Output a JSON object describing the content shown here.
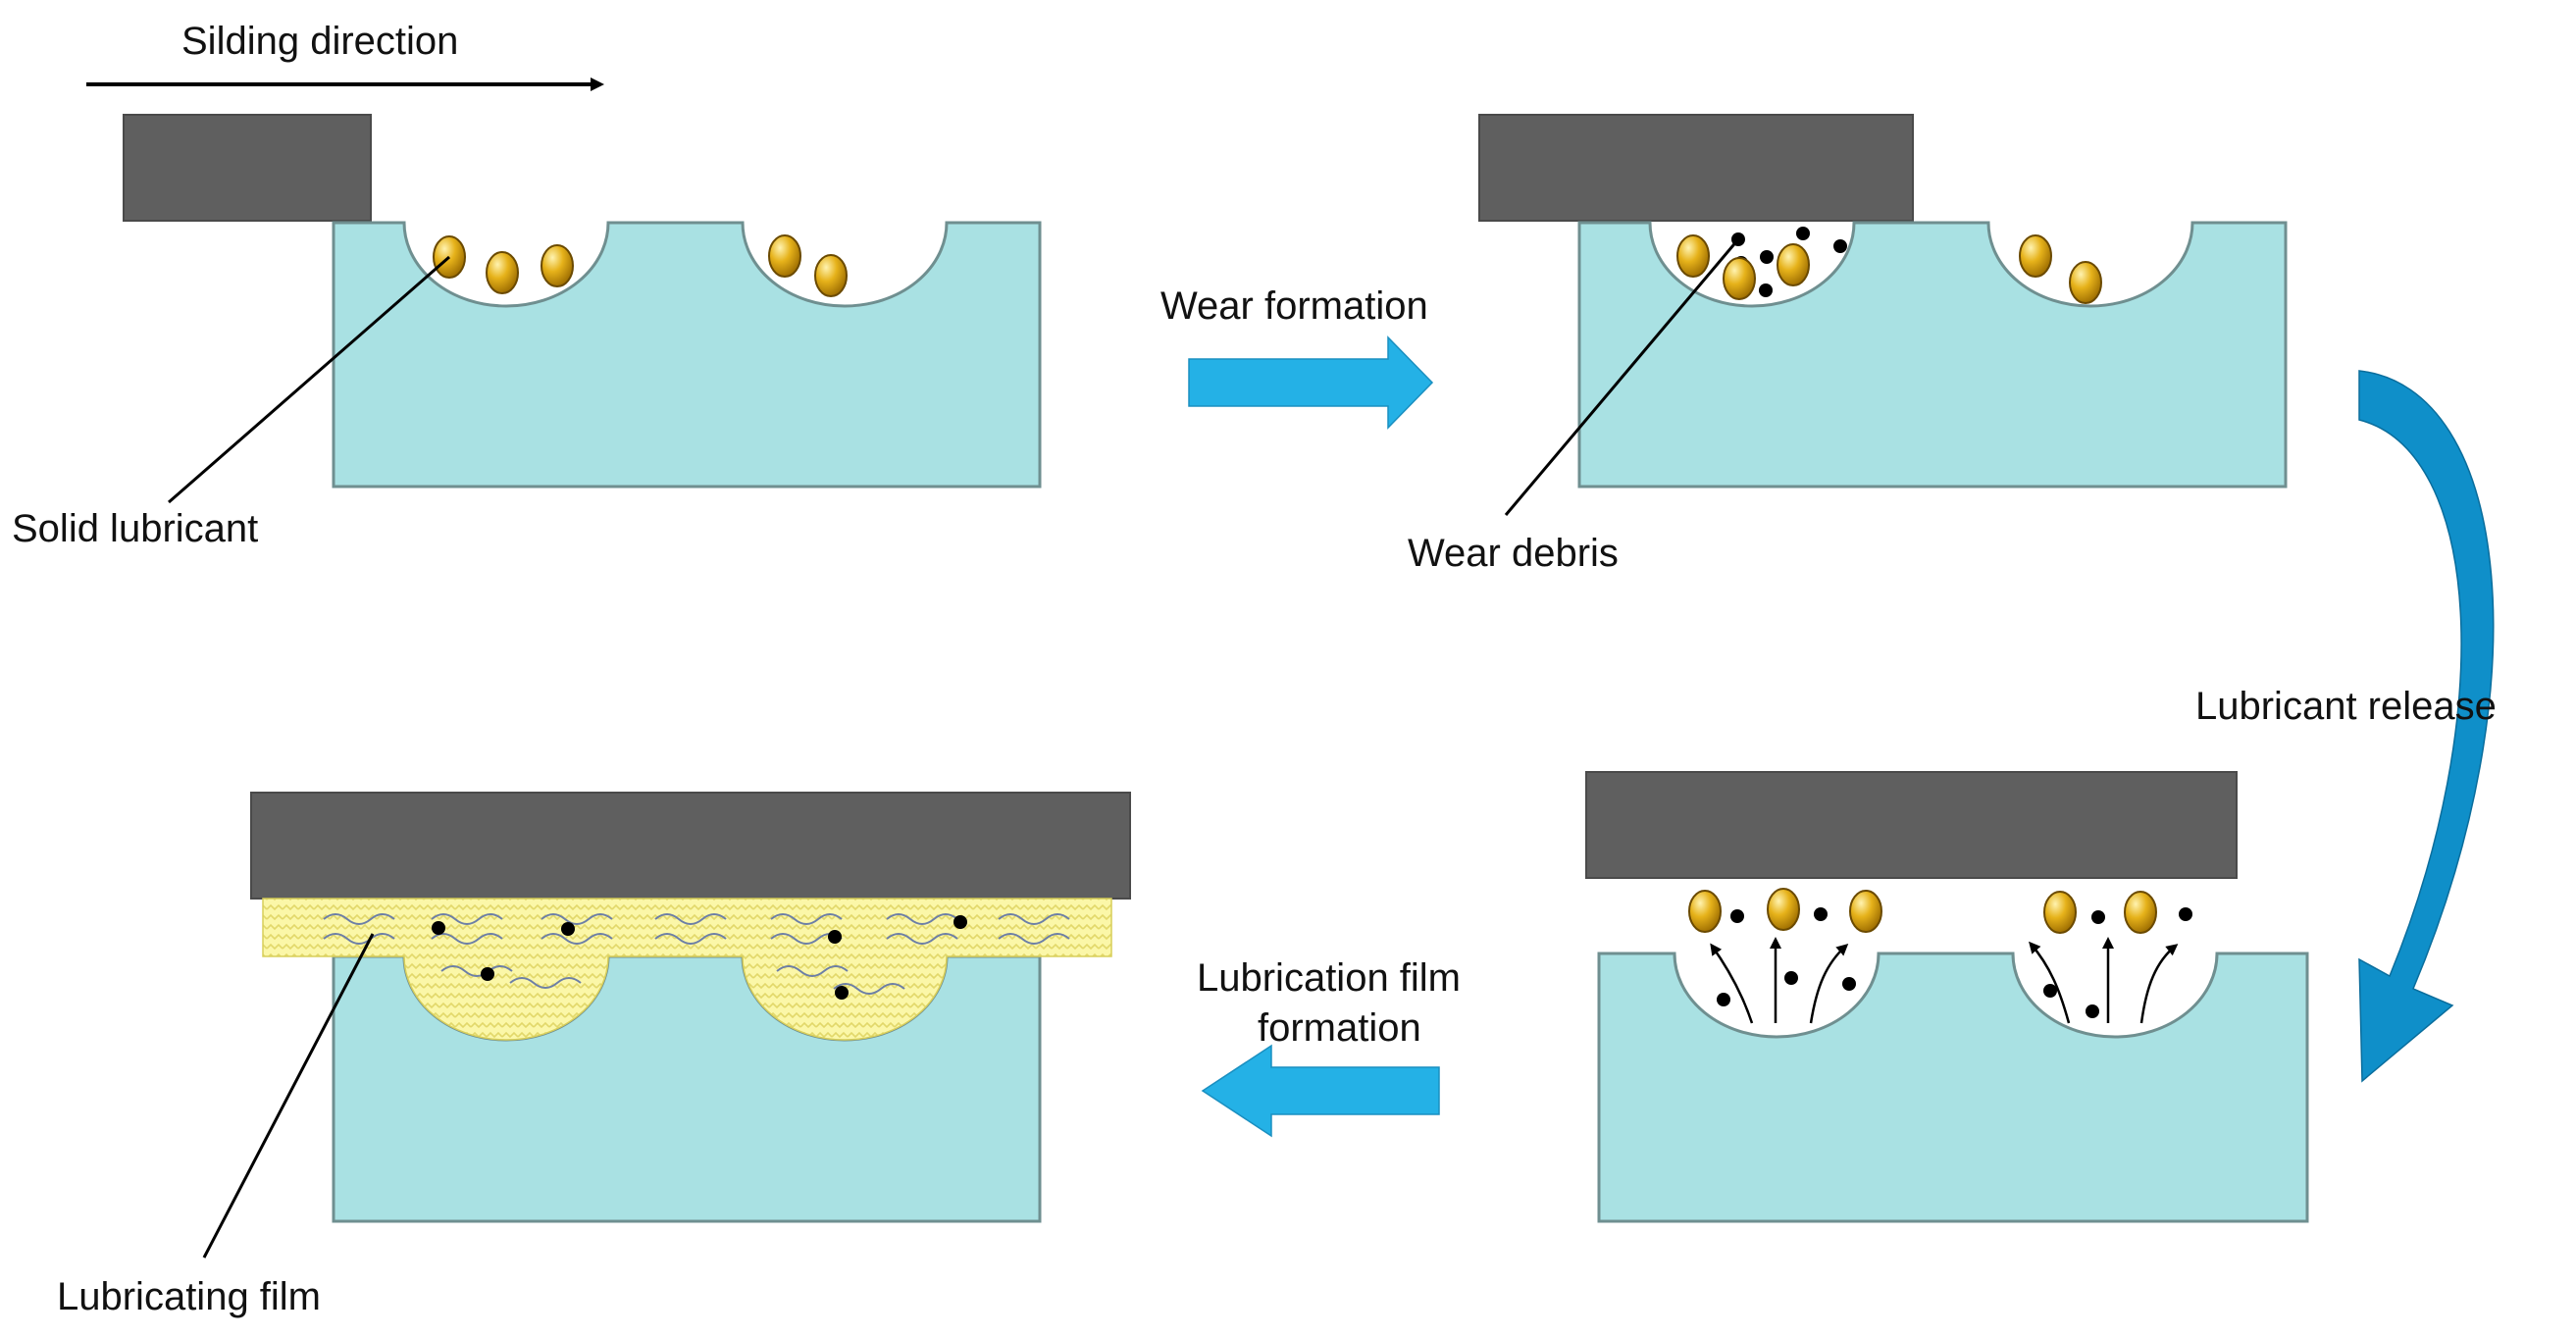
{
  "colors": {
    "substrate": "#a9e1e3",
    "substrate_stroke": "#6f8f90",
    "counterface": "#5f5f5f",
    "lubricant_particle": "#d49b00",
    "debris": "#000000",
    "arrow_blue": "#24b1e6",
    "curved_arrow_blue": "#0f8fc9",
    "film_yellow": "#fbf7a8",
    "film_wave": "#6d7fa6"
  },
  "labels": {
    "sliding_direction": "Silding direction",
    "solid_lubricant": "Solid lubricant",
    "wear_formation": "Wear formation",
    "wear_debris": "Wear debris",
    "lubricant_release": "Lubricant release",
    "film_formation_line1": "Lubrication film",
    "film_formation_line2": "formation",
    "lubricating_film": "Lubricating film"
  },
  "icons": {
    "sliding_arrow": "arrow-right-icon",
    "wear_arrow": "block-arrow-right-icon",
    "release_arrow": "curved-arrow-down-icon",
    "film_arrow": "block-arrow-left-icon"
  }
}
